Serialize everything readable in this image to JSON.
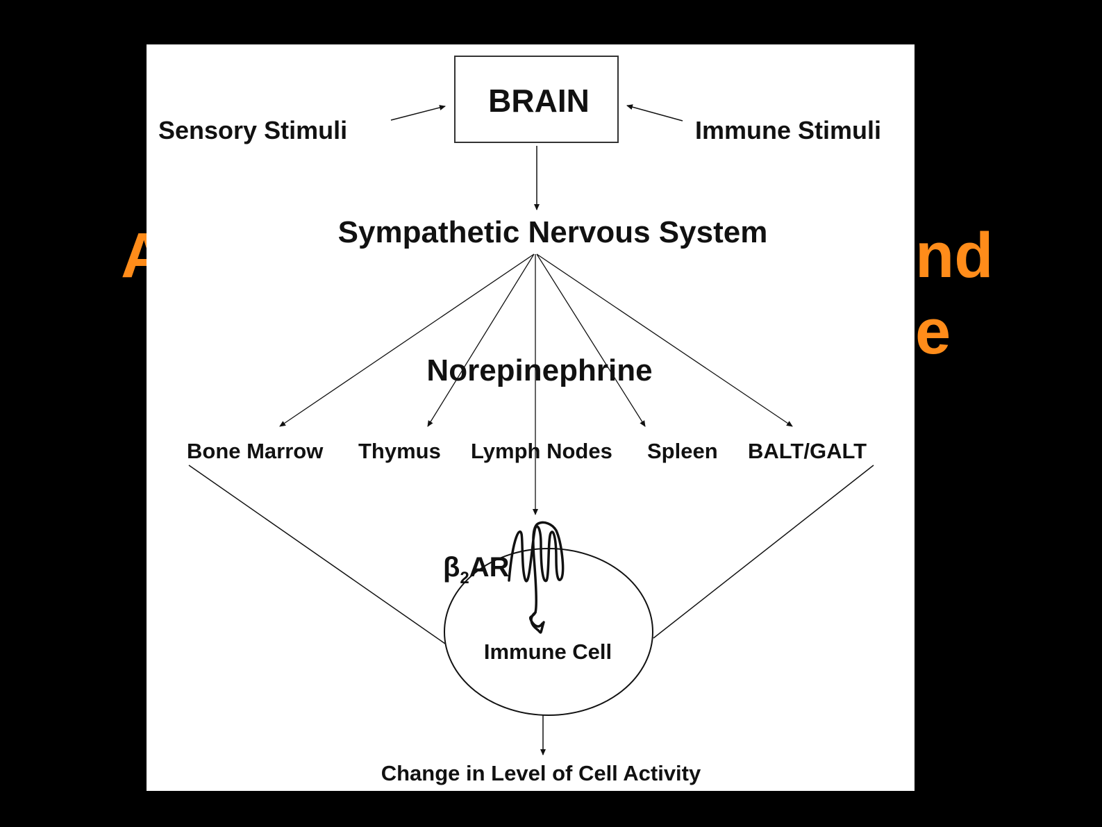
{
  "slide": {
    "title_fragments": [
      "A",
      "nd",
      "e"
    ],
    "title_color": "#ff8c1a",
    "background": "#000000"
  },
  "diagram": {
    "brain": "BRAIN",
    "sensory_stimuli": "Sensory Stimuli",
    "immune_stimuli": "Immune Stimuli",
    "sns": "Sympathetic Nervous System",
    "norepinephrine": "Norepinephrine",
    "organs": [
      "Bone Marrow",
      "Thymus",
      "Lymph Nodes",
      "Spleen",
      "BALT/GALT"
    ],
    "receptor_beta": "β",
    "receptor_sub": "2",
    "receptor_ar": "AR",
    "immune_cell": "Immune Cell",
    "outcome": "Change in Level of Cell Activity"
  }
}
